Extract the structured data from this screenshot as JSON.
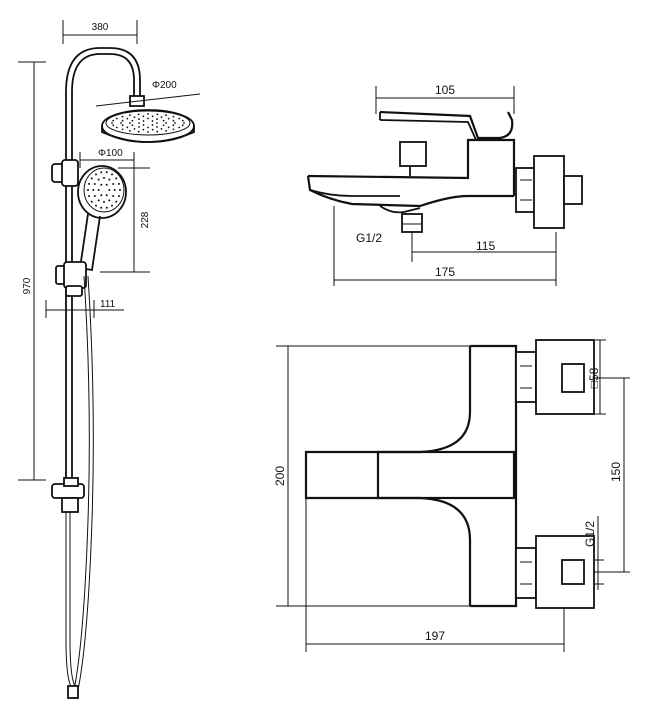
{
  "shower_column": {
    "width_380": "380",
    "head_dia": "Φ200",
    "hand_dia": "Φ100",
    "height_970": "970",
    "hand_height": "228",
    "offset_111": "111"
  },
  "mixer_side": {
    "width_105": "105",
    "thread": "G1/2",
    "inlet_115": "115",
    "length_175": "175"
  },
  "mixer_top": {
    "height_200": "200",
    "square_58": "□58",
    "spacing_150": "150",
    "thread": "G1/2",
    "width_197": "197"
  }
}
